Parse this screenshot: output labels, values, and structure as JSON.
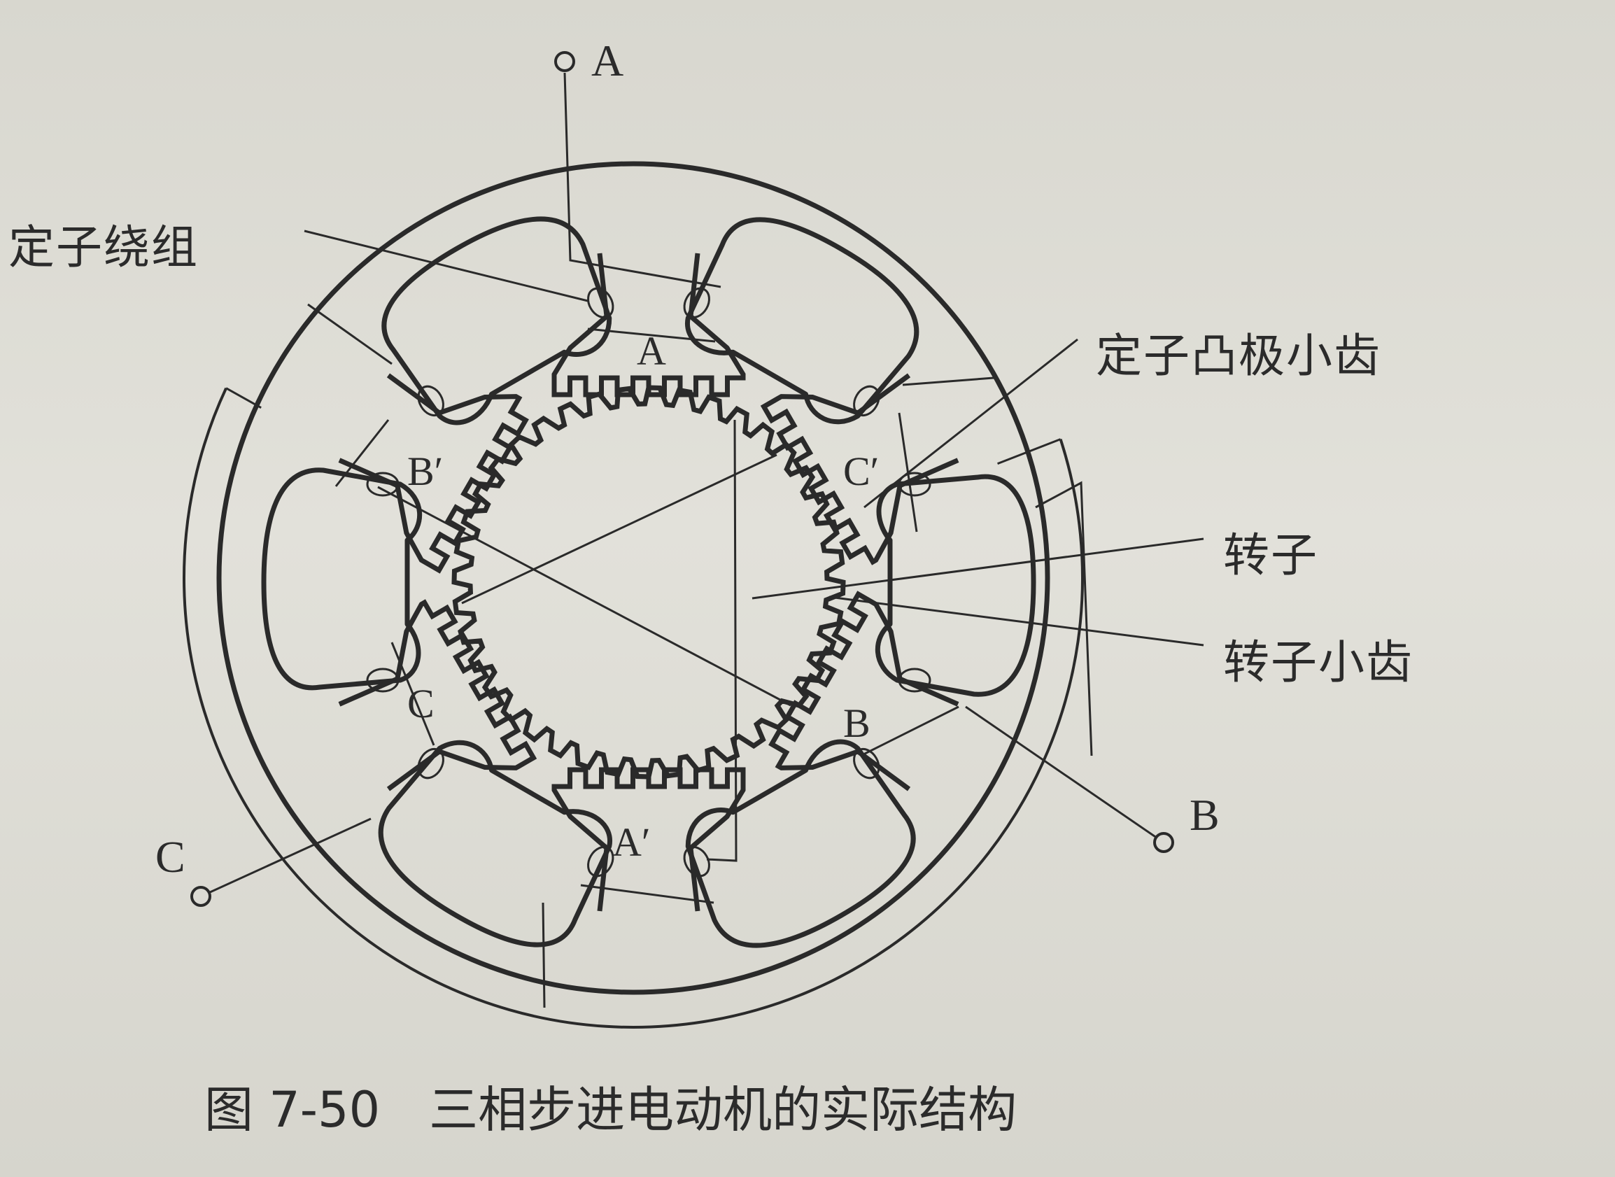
{
  "figure": {
    "caption_number": "图 7-50",
    "caption_title": "三相步进电动机的实际结构"
  },
  "callouts": {
    "stator_winding": "定子绕组",
    "stator_pole_teeth": "定子凸极小齿",
    "rotor": "转子",
    "rotor_teeth": "转子小齿"
  },
  "terminals": {
    "a": "A",
    "b": "B",
    "c": "C"
  },
  "poles": [
    {
      "id": "A",
      "label": "A",
      "angle_deg": -90
    },
    {
      "id": "Cp",
      "label": "C′",
      "angle_deg": -30
    },
    {
      "id": "B",
      "label": "B",
      "angle_deg": 30
    },
    {
      "id": "Ap",
      "label": "A′",
      "angle_deg": 90
    },
    {
      "id": "C",
      "label": "C",
      "angle_deg": 150
    },
    {
      "id": "Bp",
      "label": "B′",
      "angle_deg": -150
    }
  ],
  "colors": {
    "ink": "#2a2a2a",
    "paper": "#dcdbd4"
  }
}
